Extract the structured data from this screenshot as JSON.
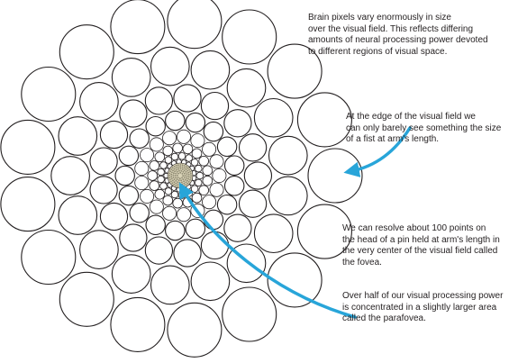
{
  "notes": {
    "pixel_size": "Brain pixels vary enormously in size\nover the visual field. This reflects differing\namounts of neural processing power devoted\nto different regions of visual space.",
    "edge": "At the edge of the visual field we\ncan only  barely see something the size\nof a fist at  arm's length.",
    "fovea": "We can resolve about 100 points on\nthe head of a pin held at arm's length in\nthe  very center of the visual field called\nthe  fovea.",
    "parafovea": "Over half of our visual processing power\nis concentrated in a slightly larger area\ncalled  the parafovea."
  },
  "colors": {
    "stroke": "#231f20",
    "arrow": "#28a5d9",
    "fovea_fill": "#d8d2b6"
  }
}
